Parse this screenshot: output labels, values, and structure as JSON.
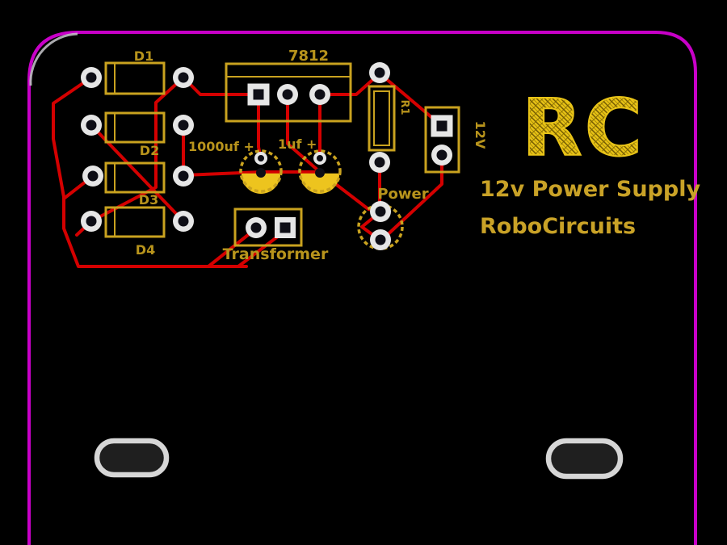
{
  "colors": {
    "background": "#000000",
    "outline": "#C800C8",
    "corner_arc": "#C8C8CC",
    "trace": "#D40000",
    "silk": "#C9A21F",
    "label": "#B8941C",
    "pad_fill": "#E6E6E6",
    "pad_hole": "#0E0E16",
    "cap_fill": "#EDC41E",
    "logo": "#E9C417",
    "brand_text": "#C9A227",
    "slot_stroke": "#D6D6D6"
  },
  "components": {
    "d1": {
      "label": "D1"
    },
    "d2": {
      "label": "D2"
    },
    "d3": {
      "label": "D3"
    },
    "d4": {
      "label": "D4"
    },
    "regulator": {
      "label": "7812"
    },
    "cap1": {
      "label": "1000uf +"
    },
    "cap2": {
      "label": "1uf +"
    },
    "transformer": {
      "label": "Transformer"
    },
    "power": {
      "label": "Power"
    },
    "resistor": {
      "label": "R1"
    },
    "conn12v": {
      "label": "12V"
    }
  },
  "branding": {
    "logo": "RC",
    "title": "12v Power Supply",
    "subtitle": "RoboCircuits"
  }
}
